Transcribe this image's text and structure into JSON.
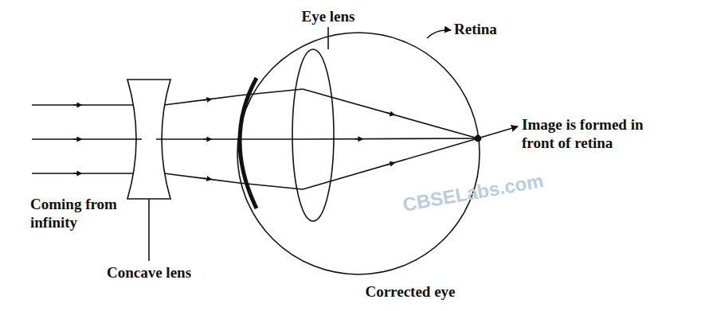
{
  "diagram": {
    "labels": [
      "Eye lens",
      "Retina",
      "Image is formed in front of retina",
      "Coming from infinity",
      "Concave lens",
      "Corrected eye",
      "CBSELabs.com"
    ]
  }
}
